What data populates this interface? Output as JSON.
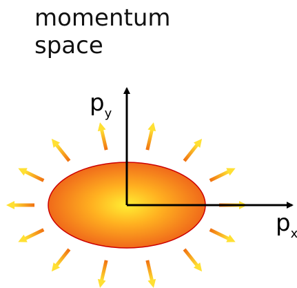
{
  "title_line1": "momentum",
  "title_line2": "space",
  "axes": {
    "y_label": "p",
    "y_sub": "y",
    "x_label": "p",
    "x_sub": "x"
  },
  "colors": {
    "ellipse_center": "#ffee33",
    "ellipse_mid": "#ffb020",
    "ellipse_edge": "#f06a1a",
    "ellipse_stroke": "#cc0000",
    "arrow_tip": "#ffe033",
    "arrow_tail": "#f07010",
    "axis": "#000000"
  },
  "emission_arrows": 14
}
